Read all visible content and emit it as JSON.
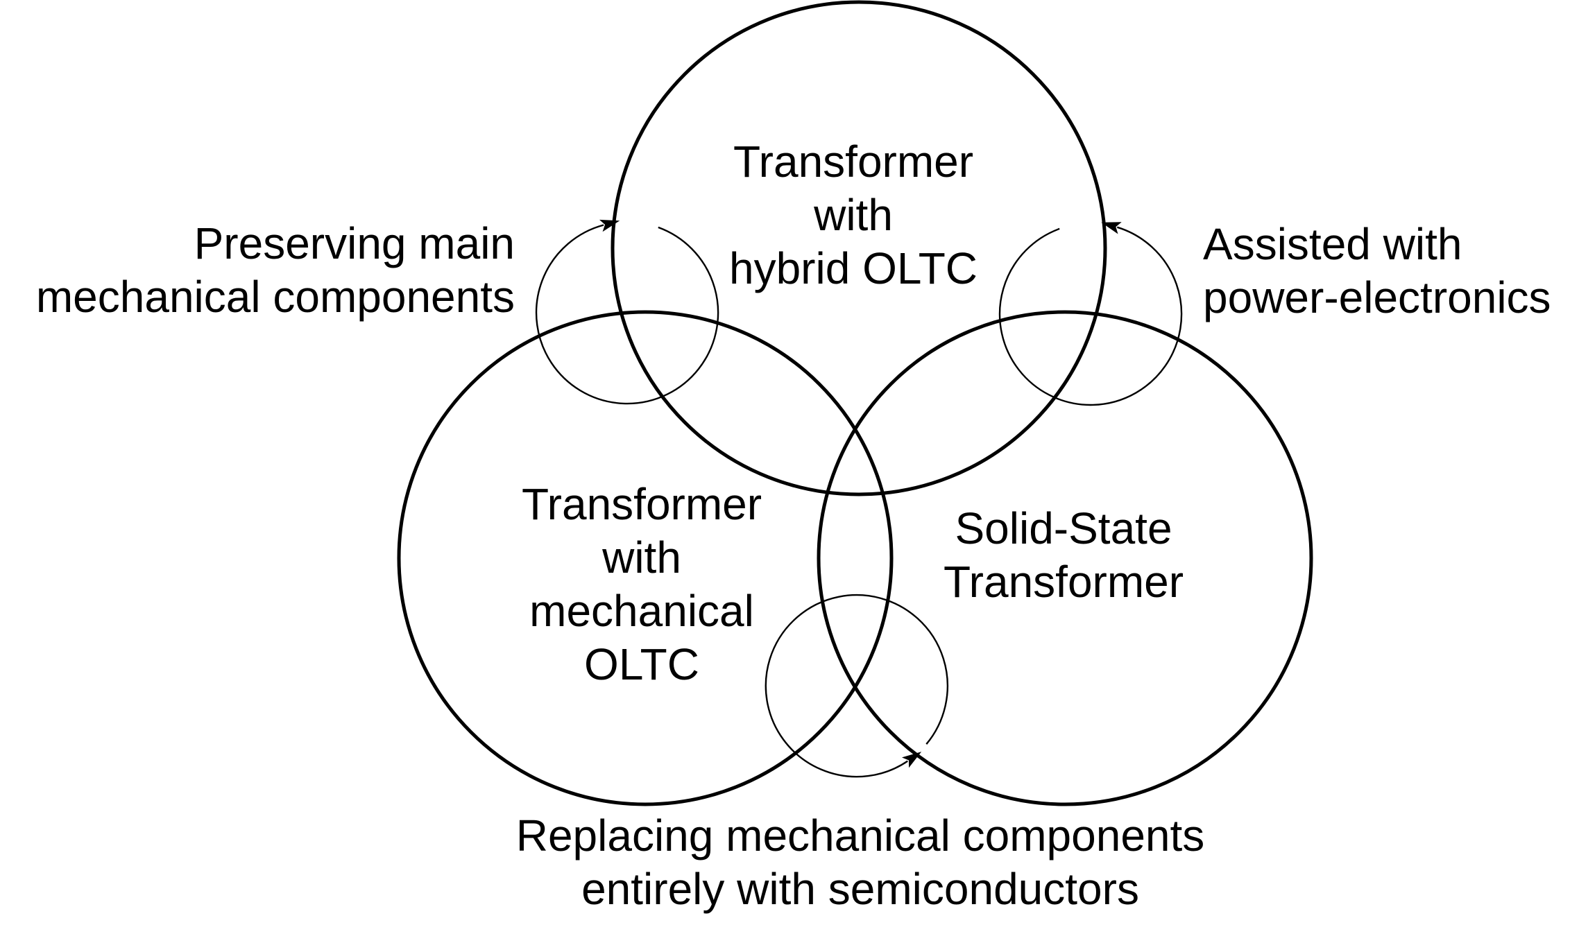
{
  "diagram": {
    "title_semantic": "Venn diagram of on-load tap changer transformer technologies",
    "colors": {
      "background": "#ffffff",
      "line": "#000000",
      "text": "#000000"
    },
    "circles": {
      "top": {
        "lines": [
          "Transformer",
          "with",
          "hybrid OLTC"
        ]
      },
      "bottom_left": {
        "lines": [
          "Transformer",
          "with",
          "mechanical",
          "OLTC"
        ]
      },
      "bottom_right": {
        "lines": [
          "Solid-State",
          "Transformer"
        ]
      }
    },
    "annotations": {
      "left": {
        "lines": [
          "Preserving main",
          "mechanical components"
        ],
        "arrow_icon": "circular-arrow-clockwise",
        "arrow_direction": "clockwise"
      },
      "right": {
        "lines": [
          "Assisted with",
          "power-electronics"
        ],
        "arrow_icon": "circular-arrow-counterclockwise",
        "arrow_direction": "counterclockwise"
      },
      "bottom": {
        "lines": [
          "Replacing mechanical components",
          "entirely with semiconductors"
        ],
        "arrow_icon": "circular-arrow-counterclockwise",
        "arrow_direction": "counterclockwise"
      }
    }
  }
}
